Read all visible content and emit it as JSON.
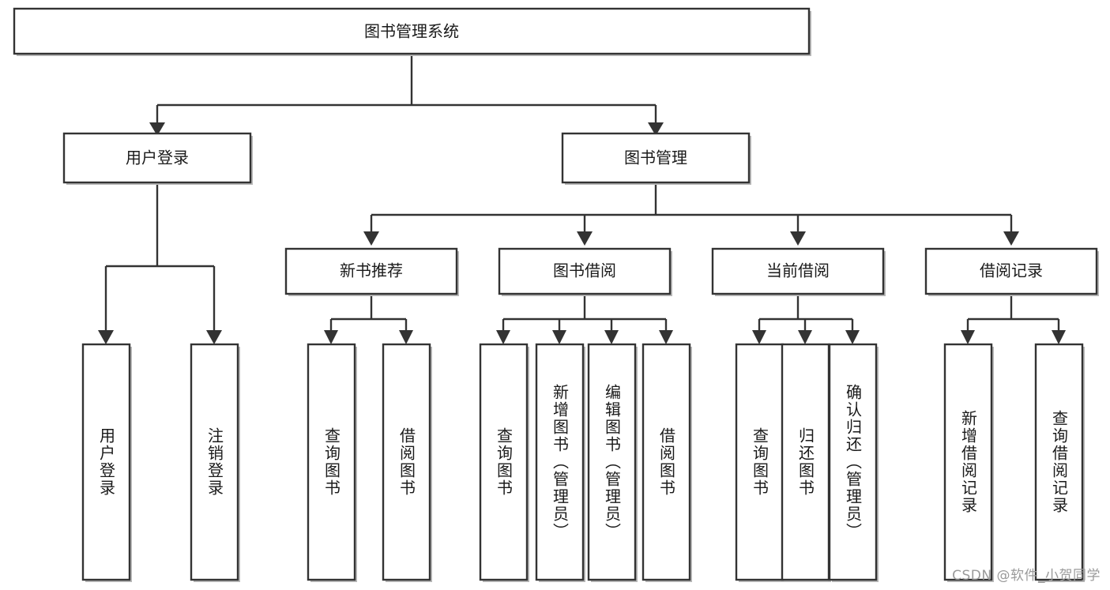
{
  "diagram": {
    "type": "tree",
    "title": "图书管理系统",
    "orientation": "top-down",
    "colors": {
      "box_stroke": "#333333",
      "box_fill": "#ffffff",
      "connector": "#333333",
      "text": "#1a1a1a",
      "watermark": "#9a9a9a",
      "background": "#ffffff"
    },
    "root": {
      "id": "root",
      "label": "图书管理系统",
      "orientation": "horizontal"
    },
    "level2": [
      {
        "id": "user-login",
        "label": "用户登录",
        "orientation": "horizontal"
      },
      {
        "id": "book-management",
        "label": "图书管理",
        "orientation": "horizontal"
      }
    ],
    "level3": [
      {
        "id": "new-book-recommend",
        "label": "新书推荐",
        "orientation": "horizontal",
        "parent": "book-management"
      },
      {
        "id": "book-borrow",
        "label": "图书借阅",
        "orientation": "horizontal",
        "parent": "book-management"
      },
      {
        "id": "current-borrow",
        "label": "当前借阅",
        "orientation": "horizontal",
        "parent": "book-management"
      },
      {
        "id": "borrow-record",
        "label": "借阅记录",
        "orientation": "horizontal",
        "parent": "book-management"
      }
    ],
    "leaves": [
      {
        "id": "leaf-user-login",
        "label": "用户登录",
        "orientation": "vertical",
        "parent": "user-login"
      },
      {
        "id": "leaf-user-logout",
        "label": "注销登录",
        "orientation": "vertical",
        "parent": "user-login"
      },
      {
        "id": "leaf-query-book-1",
        "label": "查询图书",
        "orientation": "vertical",
        "parent": "new-book-recommend"
      },
      {
        "id": "leaf-borrow-book-1",
        "label": "借阅图书",
        "orientation": "vertical",
        "parent": "new-book-recommend"
      },
      {
        "id": "leaf-query-book-2",
        "label": "查询图书",
        "orientation": "vertical",
        "parent": "book-borrow"
      },
      {
        "id": "leaf-add-book",
        "label": "新增图书（管理员）",
        "orientation": "vertical",
        "parent": "book-borrow"
      },
      {
        "id": "leaf-edit-book",
        "label": "编辑图书（管理员）",
        "orientation": "vertical",
        "parent": "book-borrow"
      },
      {
        "id": "leaf-borrow-book-2",
        "label": "借阅图书",
        "orientation": "vertical",
        "parent": "book-borrow"
      },
      {
        "id": "leaf-query-book-3",
        "label": "查询图书",
        "orientation": "vertical",
        "parent": "current-borrow"
      },
      {
        "id": "leaf-return-book",
        "label": "归还图书",
        "orientation": "vertical",
        "parent": "current-borrow"
      },
      {
        "id": "leaf-confirm-return",
        "label": "确认归还（管理员）",
        "orientation": "vertical",
        "parent": "current-borrow"
      },
      {
        "id": "leaf-add-record",
        "label": "新增借阅记录",
        "orientation": "vertical",
        "parent": "borrow-record"
      },
      {
        "id": "leaf-query-record",
        "label": "查询借阅记录",
        "orientation": "vertical",
        "parent": "borrow-record"
      }
    ]
  },
  "watermark": {
    "text": "CSDN @软件_小贺同学"
  }
}
